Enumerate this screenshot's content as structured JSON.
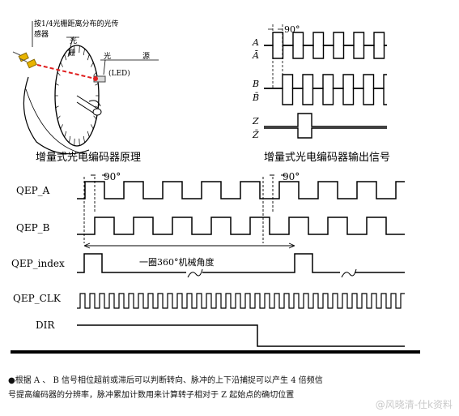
{
  "top_left": {
    "sensor_label_line1": "按1/4光栅距离分布的光传",
    "sensor_label_line2": "感器",
    "grating_label_1": "光",
    "grating_label_2": "栅",
    "source_label_1": "光",
    "source_label_2": "源",
    "led_label": "(LED)",
    "caption": "增量式光电编码器原理"
  },
  "top_right": {
    "angle_label": "90°",
    "signals": [
      "A",
      "Ā",
      "B",
      "B̄",
      "Z",
      "Z̄"
    ],
    "caption": "增量式光电编码器输出信号"
  },
  "timing": {
    "angle_label": "90°",
    "qep_a": "QEP_A",
    "qep_b": "QEP_B",
    "qep_index": "QEP_index",
    "qep_clk": "QEP_CLK",
    "dir": "DIR",
    "revolution_label": "一圈360°机械角度"
  },
  "note_line1": "●根据 A 、 B 信号相位超前或滞后可以判断转向、脉冲的上下沿捕捉可以产生 4 倍频信",
  "note_line2": "号提高编码器的分辨率，脉冲累加计数用来计算转子相对于 Z 起始点的确切位置",
  "watermark": "@风晓清-仕k资料"
}
